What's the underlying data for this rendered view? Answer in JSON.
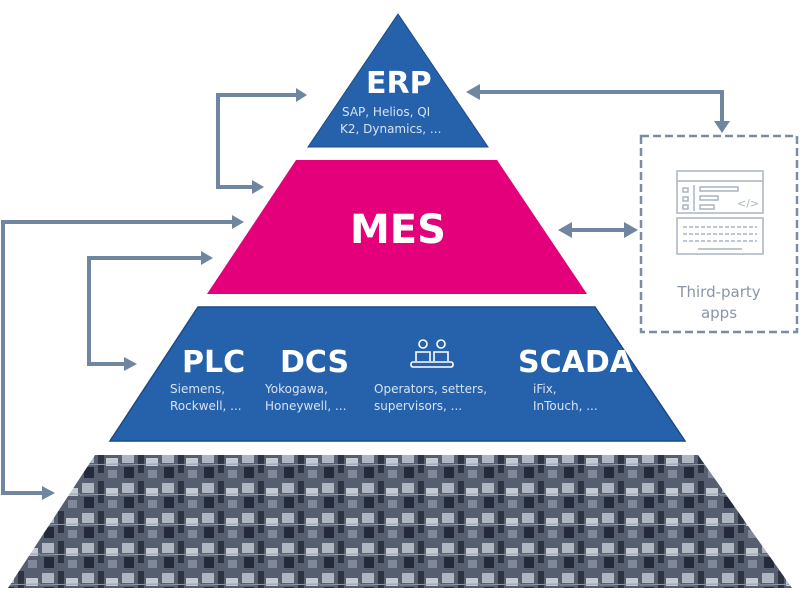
{
  "colors": {
    "erp_fill": "#2662ab",
    "mes_fill": "#e3007a",
    "control_fill": "#2662ab",
    "arrow": "#6f85a0",
    "third_party_border": "#7d8ca3",
    "icon_stroke": "#a9b4c4"
  },
  "tiers": {
    "erp": {
      "title": "ERP",
      "line1": "SAP, Helios, QI",
      "line2": "K2, Dynamics, ..."
    },
    "mes": {
      "title": "MES"
    },
    "control": {
      "plc": {
        "title": "PLC",
        "line1": "Siemens,",
        "line2": "Rockwell, ..."
      },
      "dcs": {
        "title": "DCS",
        "line1": "Yokogawa,",
        "line2": "Honeywell, ..."
      },
      "people": {
        "icon": "workers-conveyor-icon",
        "line1": "Operators, setters,",
        "line2": "supervisors, ..."
      },
      "scada": {
        "title": "SCADA",
        "line1": "iFix,",
        "line2": "InTouch, ..."
      }
    },
    "shopfloor": {
      "image": "factory-floor-photo"
    }
  },
  "third_party": {
    "icon": "code-editor-keyboard-icon",
    "line1": "Third-party",
    "line2": "apps"
  }
}
